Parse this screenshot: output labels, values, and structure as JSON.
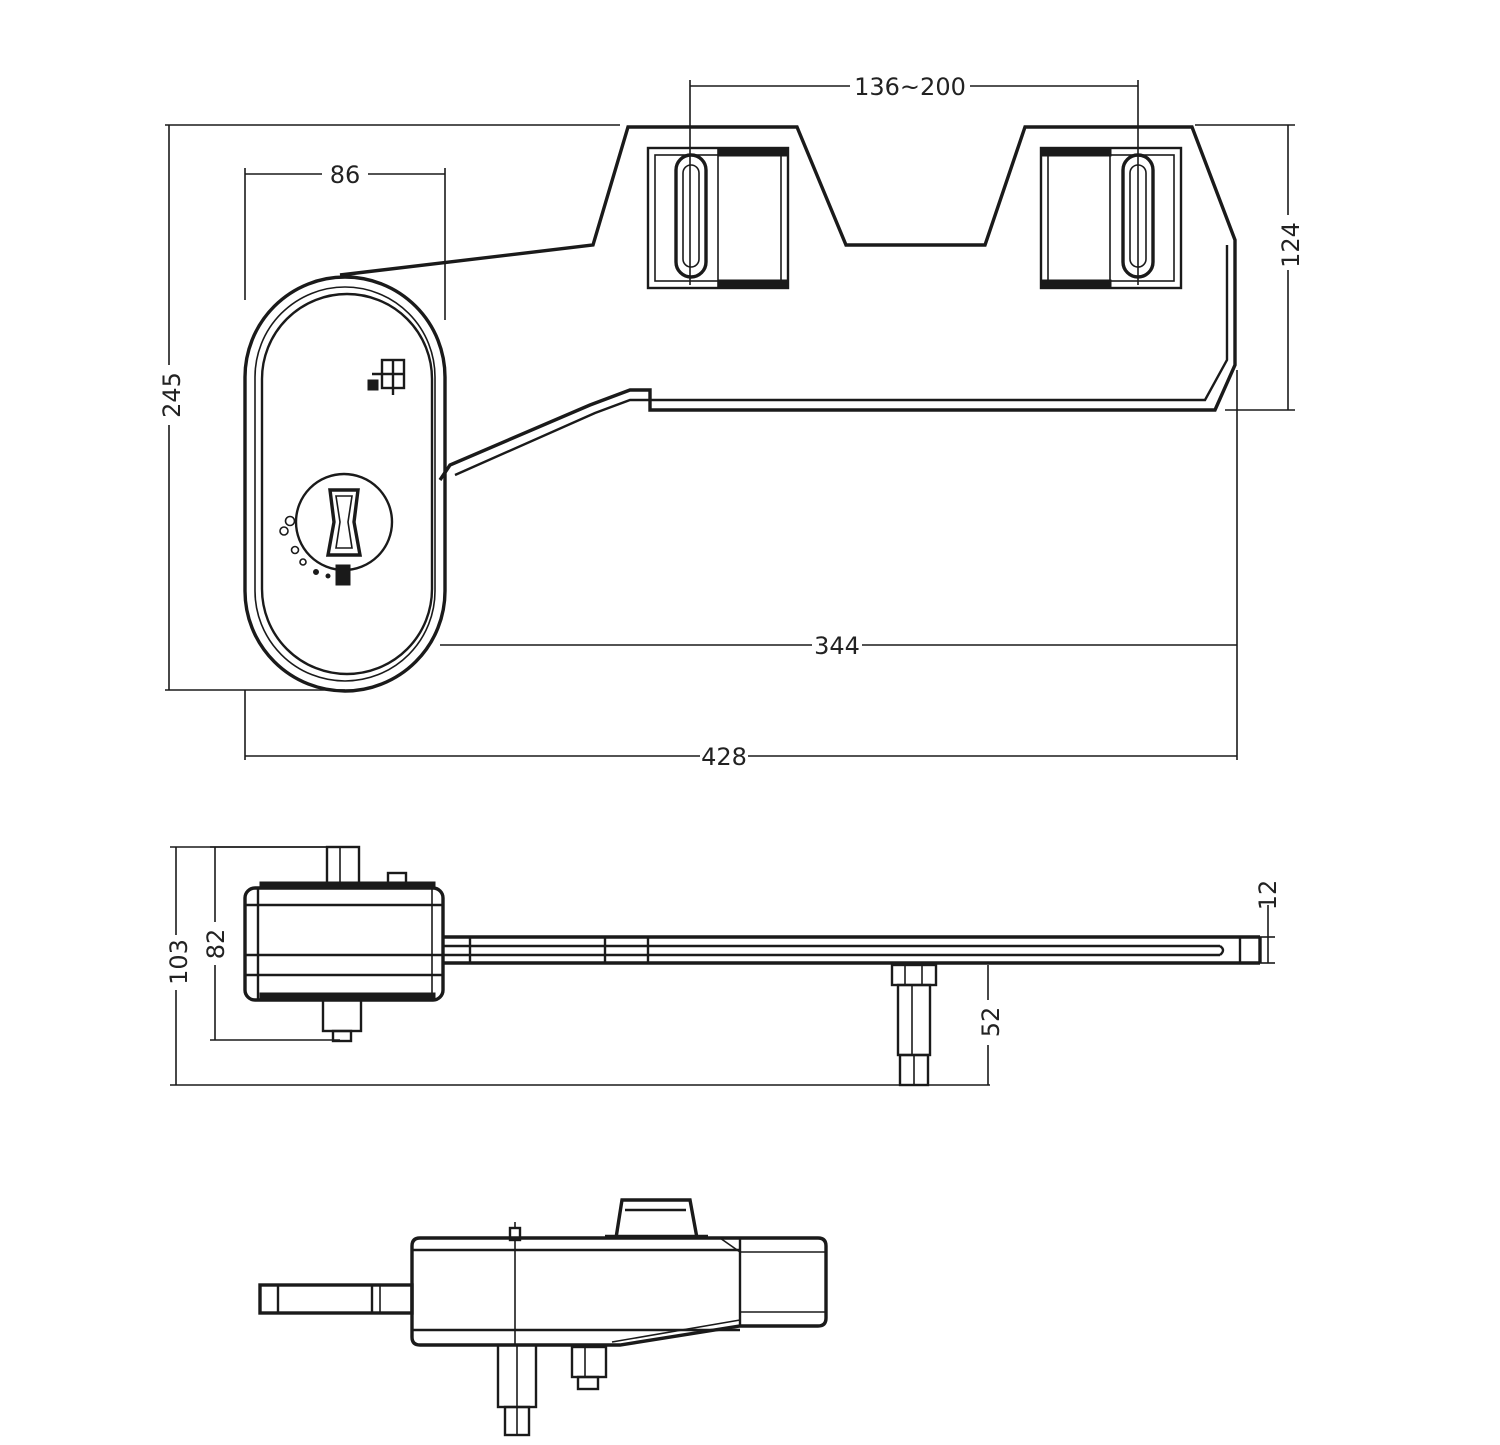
{
  "dimensions": {
    "top_view": {
      "mount_spacing": "136~200",
      "control_width": "86",
      "overall_height": "245",
      "mount_height": "124",
      "arm_length": "344",
      "overall_length": "428"
    },
    "side_view": {
      "overall_height": "103",
      "body_height": "82",
      "plate_thickness": "12",
      "nozzle_height": "52"
    }
  },
  "colors": {
    "line": "#1a1a1a",
    "background": "#ffffff"
  }
}
